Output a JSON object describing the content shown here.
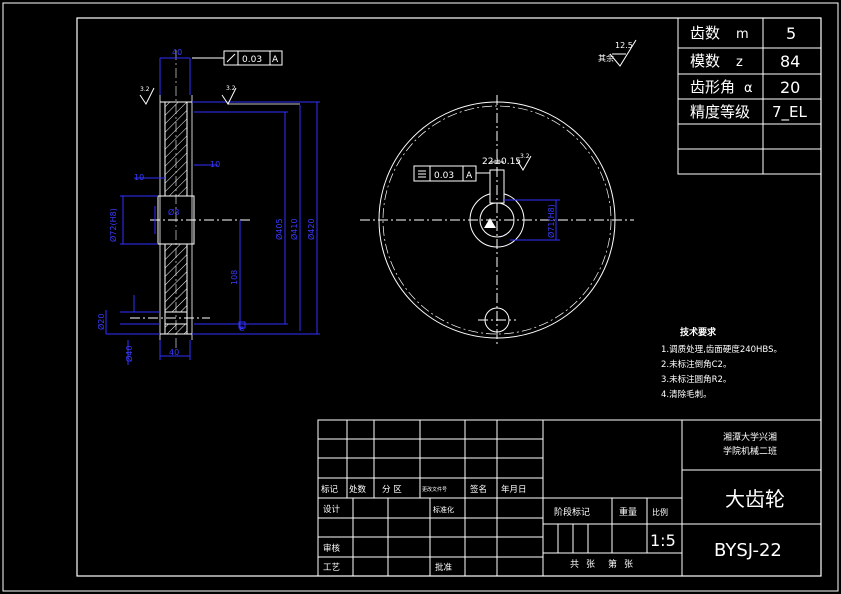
{
  "params": {
    "rows": [
      {
        "label": "齿数",
        "sym": "m",
        "value": "5"
      },
      {
        "label": "模数",
        "sym": "z",
        "value": "84"
      },
      {
        "label": "齿形角",
        "sym": "α",
        "value": "20"
      },
      {
        "label": "精度等级",
        "sym": "",
        "value": "7_EL"
      }
    ]
  },
  "roughness": {
    "label": "其余",
    "value": "12.5"
  },
  "side_view": {
    "tol_runout": "0.03",
    "datum": "A",
    "rough_top": "3.2",
    "rough_left": "3.2",
    "d_width": "40",
    "d_10a": "10",
    "d_10b": "10",
    "d_bore": "Ø72(H8)",
    "d_inner": "Ø8",
    "d_405": "Ø405",
    "d_410": "Ø410",
    "d_420": "Ø420",
    "d_hole": "Ø20",
    "d_hub": "Ø40",
    "d_small": "Ø8",
    "d_bottom": "40",
    "d_108": "108",
    "d_B": "B"
  },
  "front_view": {
    "tol_flat": "0.03",
    "datum": "A",
    "keyway": "22±0.15",
    "rough": "3.2",
    "bore_dim": "Ø71(H8)"
  },
  "tech": {
    "title": "技术要求",
    "items": [
      "1.调质处理,齿面硬度240HBS。",
      "2.未标注倒角C2。",
      "3.未标注圆角R2。",
      "4.清除毛刺。"
    ]
  },
  "title_block": {
    "school": [
      "湘潭大学兴湘",
      "学院机械二班"
    ],
    "part_name": "大齿轮",
    "drawing_no": "BYSJ-22",
    "scale": "1:5",
    "r_biaoji": "标记",
    "r_chushu": "处数",
    "r_fenqu": "分 区",
    "r_gengai": "更改文件号",
    "r_qianming": "签名",
    "r_nianyueri": "年月日",
    "r_sheji": "设计",
    "r_biaozhunhua": "标准化",
    "r_jieduan": "阶段标记",
    "r_zhongliang": "重量",
    "r_bili": "比例",
    "r_shenhe": "审核",
    "r_gongyi": "工艺",
    "r_pizhun": "批准",
    "r_gong": "共",
    "r_zhang1": "张",
    "r_di": "第",
    "r_zhang2": "张"
  }
}
